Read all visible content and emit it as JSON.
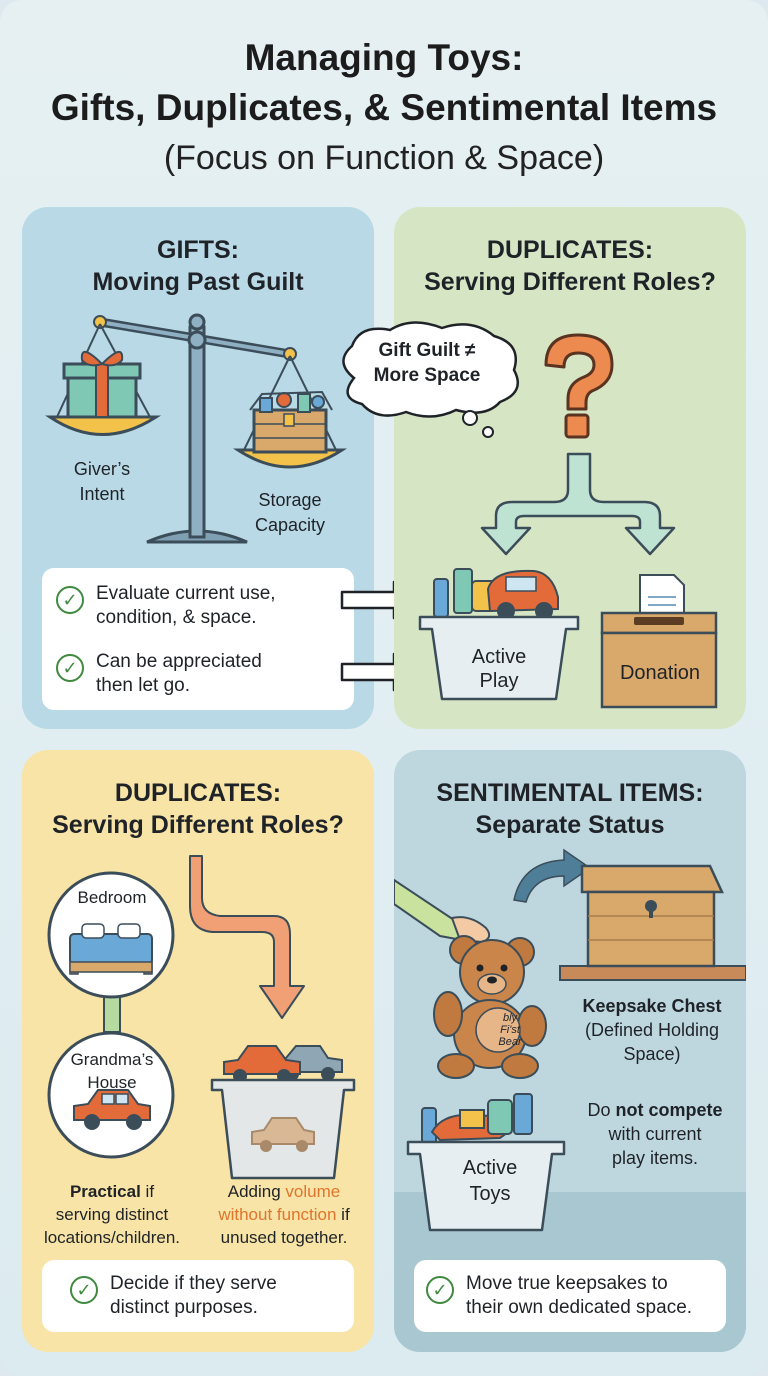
{
  "header": {
    "title_line1": "Managing Toys:",
    "title_line2": "Gifts, Duplicates, & Sentimental Items",
    "subtitle": "(Focus on Function & Space)"
  },
  "gifts": {
    "title_line1": "GIFTS:",
    "title_line2": "Moving Past Guilt",
    "scale_left_label_1": "Giver’s",
    "scale_left_label_2": "Intent",
    "scale_right_label_1": "Storage",
    "scale_right_label_2": "Capacity",
    "checks": [
      {
        "line1": "Evaluate current use,",
        "line2": "condition, & space."
      },
      {
        "line1": "Can be appreciated",
        "line2": "then let go."
      }
    ]
  },
  "duplicates_top": {
    "title_line1": "DUPLICATES:",
    "title_line2": "Serving Different Roles?",
    "thought_line1": "Gift Guilt ≠",
    "thought_line2": "More Space",
    "bin_label_1": "Active",
    "bin_label_2": "Play",
    "box_label": "Donation"
  },
  "duplicates_bottom": {
    "title_line1": "DUPLICATES:",
    "title_line2": "Serving Different Roles?",
    "location_1": "Bedroom",
    "location_2_line1": "Grandma’s",
    "location_2_line2": "House",
    "left_caption": {
      "bold": "Practical",
      "rest1": " if",
      "line2": "serving distinct",
      "line3": "locations/children."
    },
    "right_caption": {
      "pre": "Adding ",
      "hl1": "volume",
      "hl2": "without function",
      "post": " if",
      "line3": "unused together."
    },
    "check": {
      "line1": "Decide if they serve",
      "line2": "distinct purposes."
    }
  },
  "sentimental": {
    "title_line1": "SENTIMENTAL ITEMS:",
    "title_line2": "Separate Status",
    "bear_tag_1": "bly",
    "bear_tag_2": "Fi'st",
    "bear_tag_3": "Bear",
    "chest_label": "Keepsake Chest",
    "chest_sub_1": "(Defined Holding",
    "chest_sub_2": "Space)",
    "compete_1_pre": "Do ",
    "compete_1_bold": "not compete",
    "compete_2": "with current",
    "compete_3": "play items.",
    "bin_label_1": "Active",
    "bin_label_2": "Toys",
    "check": {
      "line1": "Move true keepsakes to",
      "line2": "their own dedicated space."
    }
  },
  "colors": {
    "check_green": "#3f8a3f",
    "accent_orange": "#e0752e",
    "gifts_panel": "#b9d9e6",
    "duplicates_panel": "#d6e6c5",
    "duplicates2_panel": "#f7e4a6",
    "sentimental_panel": "#bed7df"
  },
  "icons": [
    "balance-scale-icon",
    "gift-icon",
    "toy-box-icon",
    "thought-bubble-icon",
    "question-mark-icon",
    "split-arrow-icon",
    "toy-bin-icon",
    "donation-box-icon",
    "bed-icon",
    "car-icon",
    "curved-arrow-icon",
    "teddy-bear-icon",
    "keepsake-chest-icon",
    "check-icon",
    "right-arrow-icon"
  ]
}
